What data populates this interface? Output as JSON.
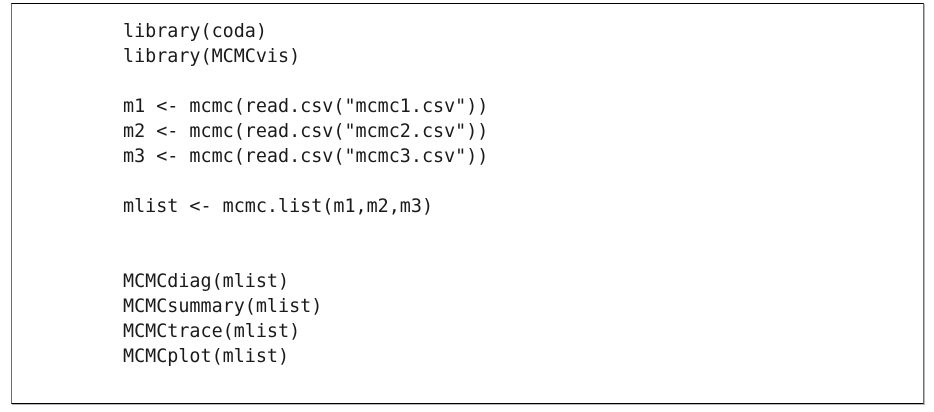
{
  "document": {
    "type": "code-listing",
    "language": "R",
    "frame": {
      "border_color_horizontal": "#000000",
      "border_color_vertical": "#6e6e6e",
      "background": "#ffffff",
      "shadow_color": "#b8b8b8"
    },
    "text_color": "#1a1a1a",
    "background": "#ffffff"
  },
  "code": {
    "lines": [
      "library(coda)",
      "library(MCMCvis)",
      "",
      "m1 <- mcmc(read.csv(\"mcmc1.csv\"))",
      "m2 <- mcmc(read.csv(\"mcmc2.csv\"))",
      "m3 <- mcmc(read.csv(\"mcmc3.csv\"))",
      "",
      "mlist <- mcmc.list(m1,m2,m3)",
      "",
      "",
      "MCMCdiag(mlist)",
      "MCMCsummary(mlist)",
      "MCMCtrace(mlist)",
      "MCMCplot(mlist)"
    ]
  }
}
